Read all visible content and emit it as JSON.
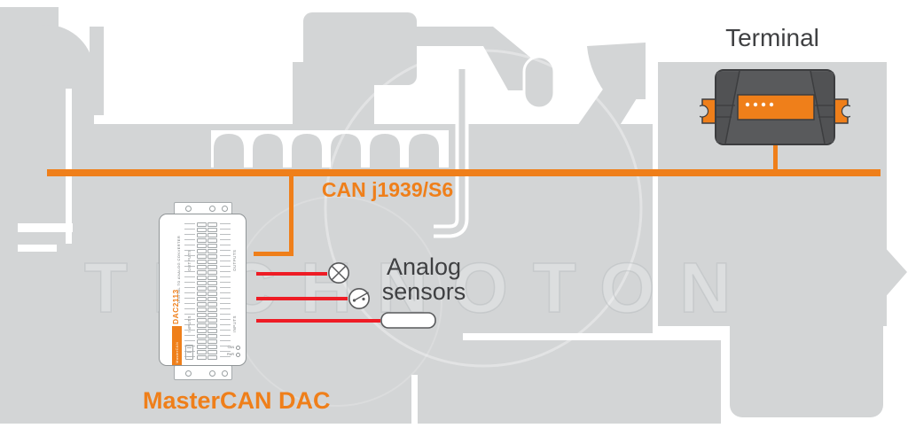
{
  "diagram": {
    "bus_label": "CAN j1939/S6",
    "terminal_label": "Terminal",
    "dac_label": "MasterCAN DAC",
    "sensors_label_line1": "Analog",
    "sensors_label_line2": "sensors",
    "watermark": "TECHNOTON"
  },
  "dac_device": {
    "side_text": "DIGITAL TO ANALOG CONVERTER",
    "brand": "MasterCAN",
    "model": "DAC2113",
    "outputs_label": "OUTPUTS",
    "inputs_label": "INPUTS",
    "led_labels": [
      "CAN",
      "PWR"
    ],
    "pin_rows": 26,
    "mount_holes_per_tab": 3
  },
  "terminal_device": {
    "connector_dots": 4
  },
  "sensor_icons": [
    {
      "name": "lamp-icon"
    },
    {
      "name": "switch-icon"
    },
    {
      "name": "resistor-icon"
    }
  ],
  "colors": {
    "accent_orange": "#ef7f1a",
    "wire_red": "#ee1c25",
    "silhouette_gray": "#d3d5d6",
    "text_dark": "#3f4042",
    "terminal_body": "#595a5c"
  }
}
